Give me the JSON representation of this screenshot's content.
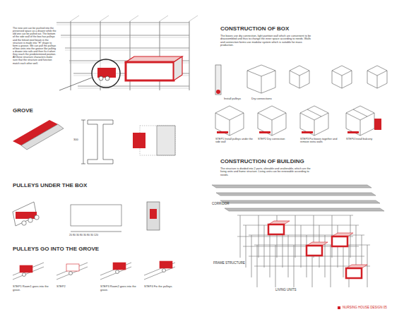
{
  "diagram": {
    "caption": "NURSING HOUSE DESIGN 05",
    "labels": [
      "The new unit can be pushed into the preserved space as a drawer while the old one can be pulled out. The bottom of the side wall of the box has pulleys and the linked steel beam in the structure is made into \"H\" shape to form a groove. We can pull the pulleys of box units into the groove like pulling a drawer into rails and then fix it when they reach the predetermined position. All these structure characters make sure that the structure and function match each other well.",
      "GROVE",
      "300",
      "PULLEYS UNDER THE BOX",
      "20 80 30 80 30 80 30 120",
      "PULLEYS GO INTO THE GROVE",
      "STEP1 Room1 goes into the grove.",
      "STEP2",
      "STEP3 Room2 goes into the grove.",
      "STEP4 Fix the pulleys.",
      "CONSTRUCTION OF BOX",
      "The boxes use dry connection, light partition wall which are convenient to be disassembled and thus to change the inner space according to needs. Walls and connection forms use modular system which is suitable for mass production.",
      "Install pulleys",
      "Dry connections",
      "STEP1 Install pulleys under the side wall",
      "STEP2 Dry connection",
      "STEP3 Put boxes together and remove extra walls",
      "STEP4 Install balcony",
      "CONSTRUCTION OF BUILDING",
      "The structure is divided into 2 parts, alterable and unalterable, which are the living units and frame structure. Living units can be renewable according to needs.",
      "CORRIDOR",
      "FRAME STRUCTURE",
      "LIVING UNITS"
    ]
  }
}
